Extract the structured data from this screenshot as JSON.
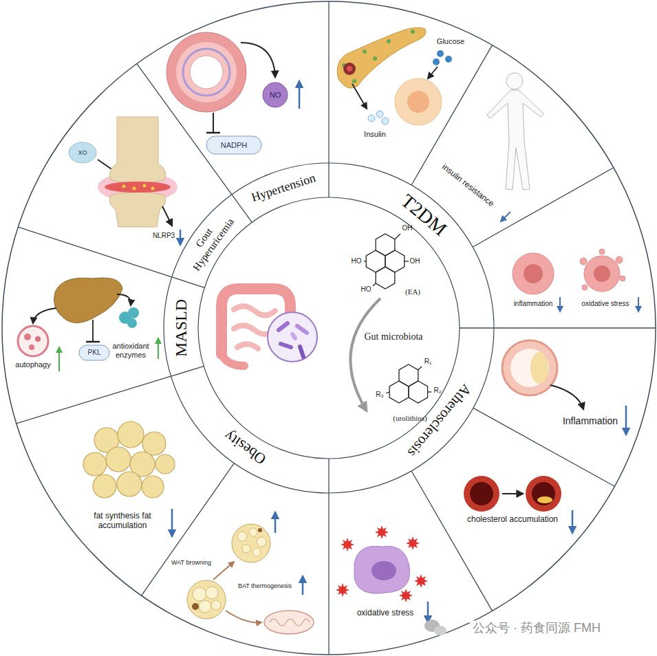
{
  "diagram": {
    "nodes": [
      {
        "text": [
          "Hypertension"
        ]
      },
      {
        "text": [
          "T2DM"
        ]
      },
      {
        "text": [
          "Atherosclerosis"
        ]
      },
      {
        "text": [
          "Obesity"
        ]
      },
      {
        "text": [
          "MASLD"
        ]
      },
      {
        "text": [
          "Gout Hyperuricemia"
        ]
      }
    ],
    "labels": [
      "Glucose",
      "Insulin",
      "insulin resistance",
      "inflammation",
      "oxidative stress",
      "Inflammation",
      "cholesterol accumulation",
      "oxidative stress",
      "WAT browning",
      "BAT thermogenesis",
      "fat synthesis fat accumulation",
      "autophagy",
      "PKL",
      "antioxidant enzymes",
      "XO",
      "NLRP3",
      "NADPH",
      "NO",
      "Gut microbiota",
      "(EA)",
      "(urolithins)",
      "OH",
      "OH",
      "HO",
      "HO",
      "R₁",
      "R₂",
      "R₃",
      "公众号 · 药食同源 FMH"
    ]
  }
}
